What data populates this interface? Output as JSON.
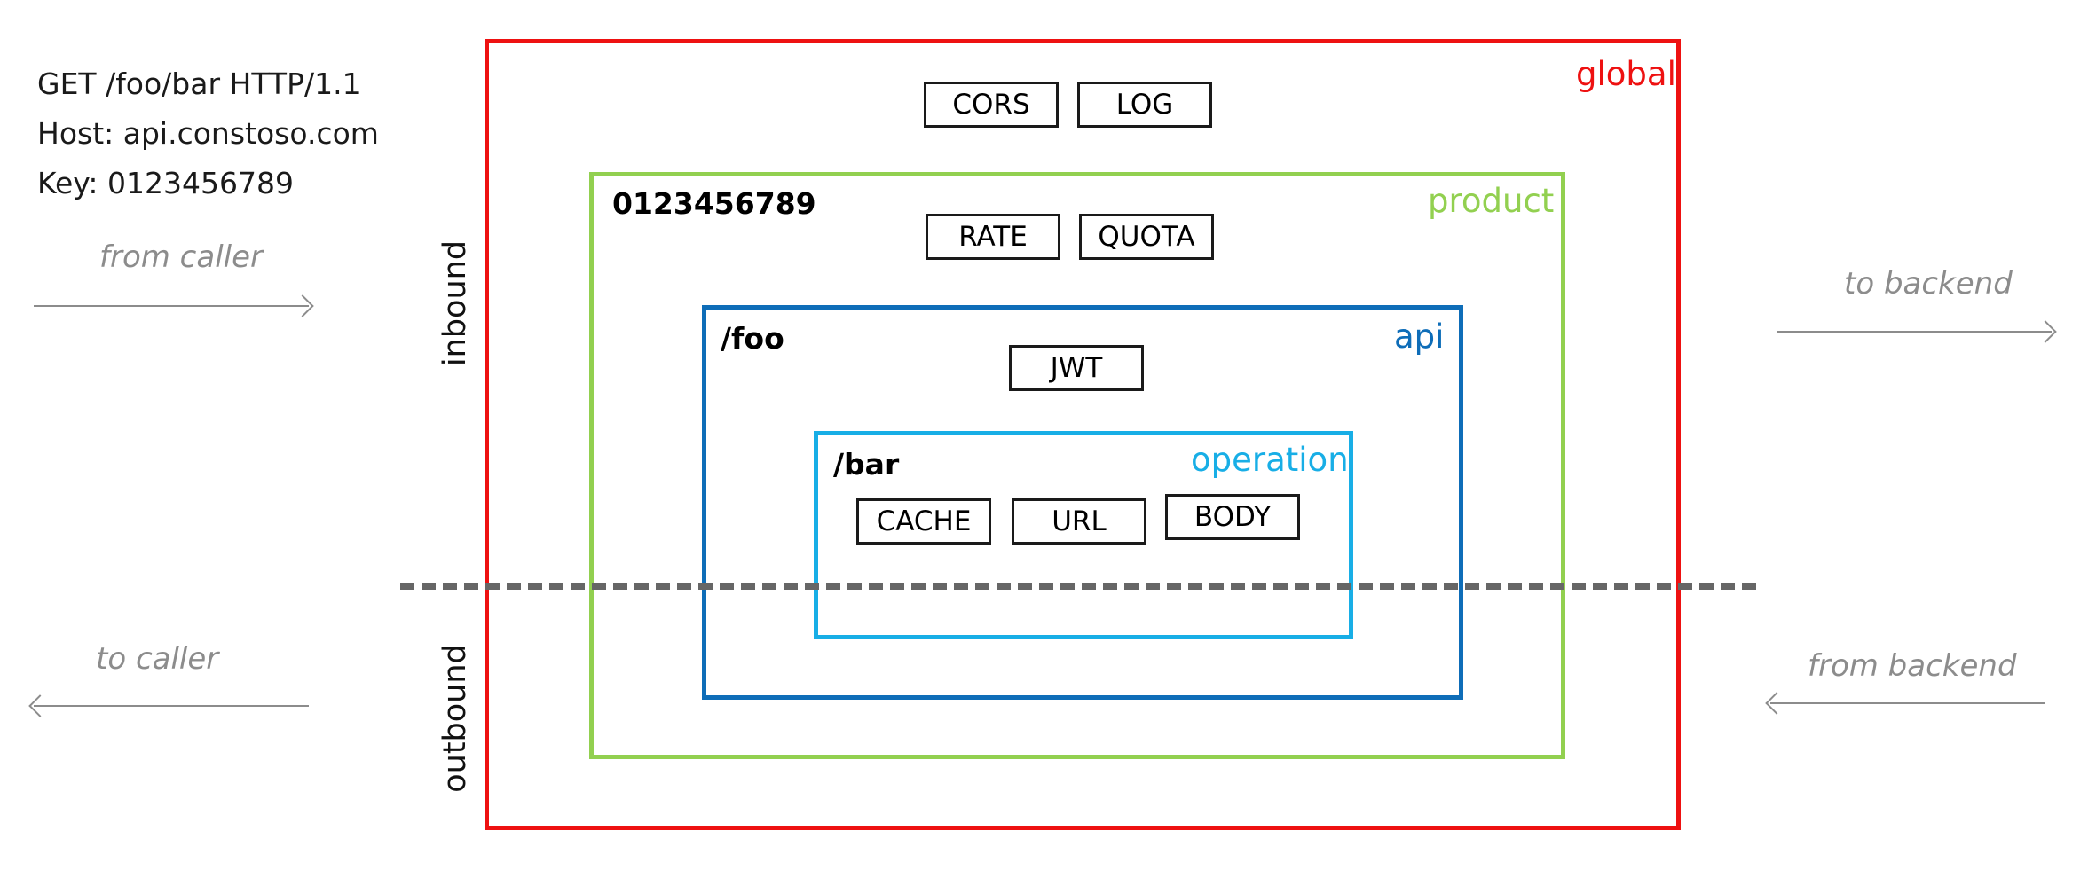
{
  "request": {
    "line1": "GET /foo/bar HTTP/1.1",
    "line2": "Host: api.constoso.com",
    "line3": "Key: 0123456789"
  },
  "flows": {
    "from_caller": "from caller",
    "to_backend": "to backend",
    "to_caller": "to caller",
    "from_backend": "from backend"
  },
  "sections": {
    "inbound": "inbound",
    "outbound": "outbound"
  },
  "scopes": {
    "global": {
      "label": "global",
      "color": "#ee1111",
      "policies": [
        "CORS",
        "LOG"
      ]
    },
    "product": {
      "label": "product",
      "key": "0123456789",
      "color": "#92d050",
      "policies": [
        "RATE",
        "QUOTA"
      ]
    },
    "api": {
      "label": "api",
      "key": "/foo",
      "color": "#0e6db8",
      "policies": [
        "JWT"
      ]
    },
    "operation": {
      "label": "operation",
      "key": "/bar",
      "color": "#18aee6",
      "policies": [
        "CACHE",
        "URL",
        "BODY"
      ]
    }
  }
}
